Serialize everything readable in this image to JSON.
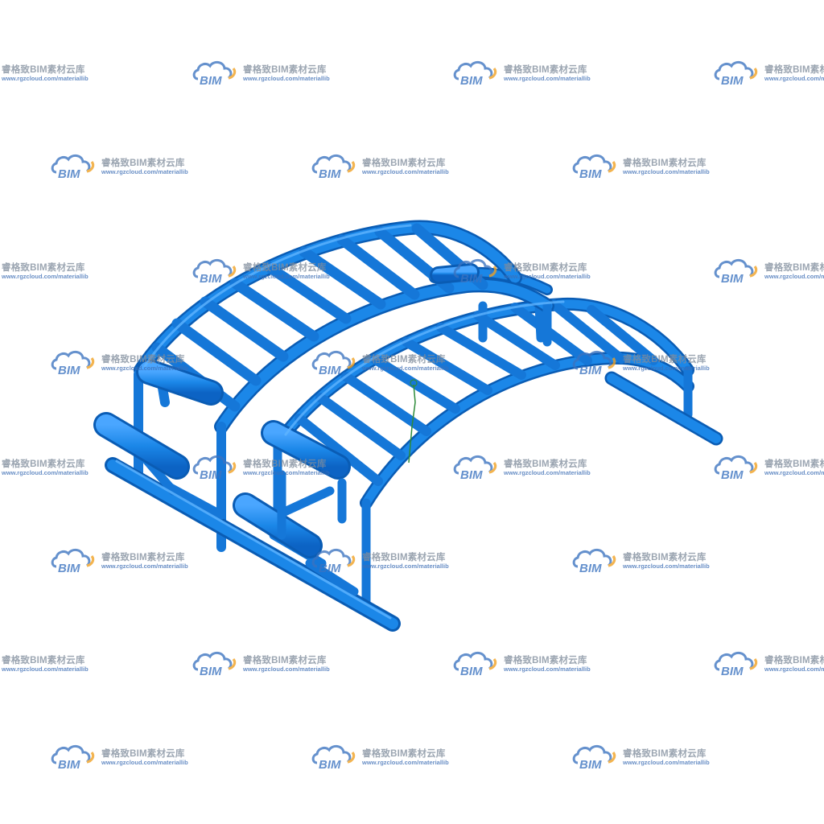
{
  "watermark": {
    "logo_text": "BIM",
    "title": "睿格致BIM素材云库",
    "url": "www.rgzcloud.com/materiallib",
    "icon": "bim-cloud-logo-icon"
  },
  "model": {
    "subject": "outdoor-fitness-arch-ladder-frame",
    "colors": {
      "tube_fill": "#1b87e8",
      "tube_outline": "#0a5cb4",
      "highlight": "#5fb4ff",
      "cursor_line": "#2e8b3a",
      "watermark_logo_blue": "#3b73c0",
      "watermark_logo_orange": "#f0a020"
    }
  }
}
